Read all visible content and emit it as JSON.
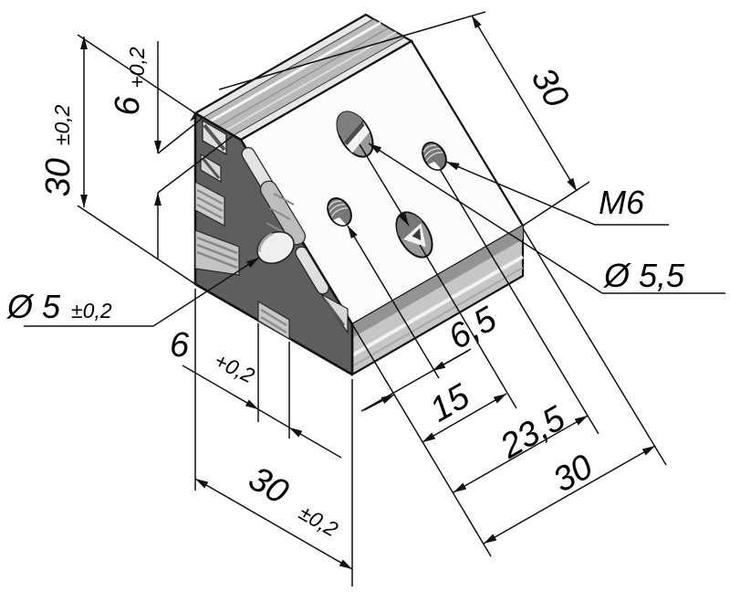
{
  "drawing": {
    "background": "#ffffff",
    "line_color": "#111111",
    "section_color": "#5e5e5e",
    "dims": {
      "height": {
        "value": "30",
        "tol": "±0,2"
      },
      "top_slot": {
        "value": "6",
        "tol": "+0,2"
      },
      "core_bore": {
        "value": "Ø 5",
        "tol": "±0,2"
      },
      "bottom_slot": {
        "value": "6",
        "tol": "+0,2"
      },
      "width": {
        "value": "30",
        "tol": "±0,2"
      },
      "face_width": {
        "value": "30"
      },
      "pos_1": {
        "value": "6,5"
      },
      "pos_2": {
        "value": "15"
      },
      "pos_3": {
        "value": "23,5"
      },
      "pos_4": {
        "value": "30"
      },
      "thread": {
        "value": "M6"
      },
      "through_hole": {
        "value": "Ø 5,5"
      }
    }
  }
}
